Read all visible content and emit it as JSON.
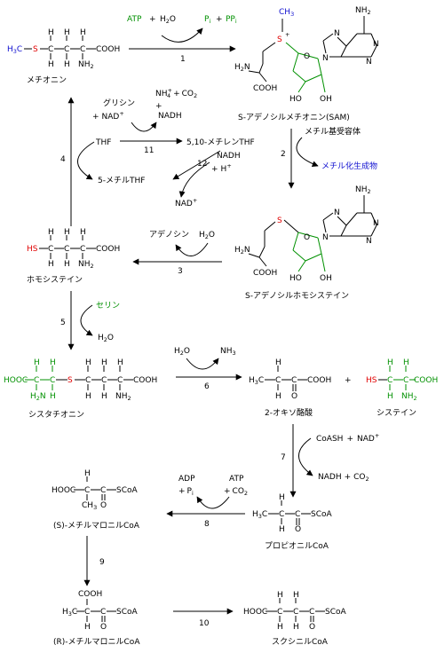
{
  "colors": {
    "green": "#009000",
    "red": "#e00000",
    "blue": "#1010d0",
    "black": "#000000"
  },
  "compounds": {
    "methionine": "メチオニン",
    "sam": "S-アデノシルメチオニン(SAM)",
    "sah": "S-アデノシルホモシステイン",
    "homocysteine": "ホモシステイン",
    "cystathionine": "シスタチオニン",
    "oxobutyrate": "2-オキソ酪酸",
    "cysteine": "システイン",
    "propionyl_coa": "プロピオニルCoA",
    "s_methylmalonyl_coa": "(S)-メチルマロニルCoA",
    "r_methylmalonyl_coa": "(R)-メチルマロニルCoA",
    "succinyl_coa": "スクシニルCoA",
    "thf": "THF",
    "methylene_thf": "5,10-メチレンTHF",
    "methyl_thf": "5-メチルTHF"
  },
  "reactants": {
    "atp": "ATP",
    "plus": "+",
    "h2o": "H",
    "pi": "P",
    "ppi": "PP",
    "methyl_acceptor": "メチル基受容体",
    "methylated_product": "メチル化生成物",
    "adenosine": "アデノシン",
    "glycine": "グリシン",
    "nad_plus": "NAD",
    "nh4": "NH",
    "co2": "CO",
    "nadh": "NADH",
    "h_plus": "H",
    "serine": "セリン",
    "coash": "CoASH",
    "adp": "ADP"
  },
  "steps": [
    "1",
    "2",
    "3",
    "4",
    "5",
    "6",
    "7",
    "8",
    "9",
    "10",
    "11",
    "12"
  ],
  "atoms": {
    "H": "H",
    "C": "C",
    "S": "S",
    "O": "O",
    "N": "N",
    "NH2": "NH",
    "NH3": "NH",
    "COOH": "COOH",
    "HOOC": "HOOC",
    "HS": "HS",
    "HO": "HO",
    "OH": "OH",
    "H3C": "H",
    "CH3": "CH",
    "SCoA": "SCoA",
    "sub2": "2",
    "sub3": "3",
    "sub4": "4",
    "sub_i": "i",
    "sup_plus": "+"
  }
}
